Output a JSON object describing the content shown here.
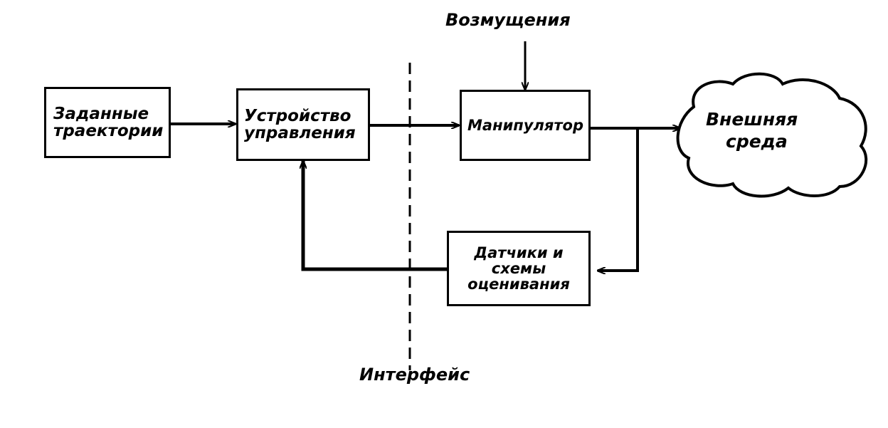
{
  "blocks": {
    "trajectories": [
      "Заданные",
      "траектории"
    ],
    "controller": [
      "Устройство",
      "управления"
    ],
    "manipulator": [
      "Манипулятор"
    ],
    "environment": [
      "Внешняя",
      "среда"
    ],
    "sensors": [
      "Датчики и",
      "схемы",
      "оценивания"
    ]
  },
  "labels": {
    "disturbances": "Возмущения",
    "interface": "Интерфейс"
  }
}
